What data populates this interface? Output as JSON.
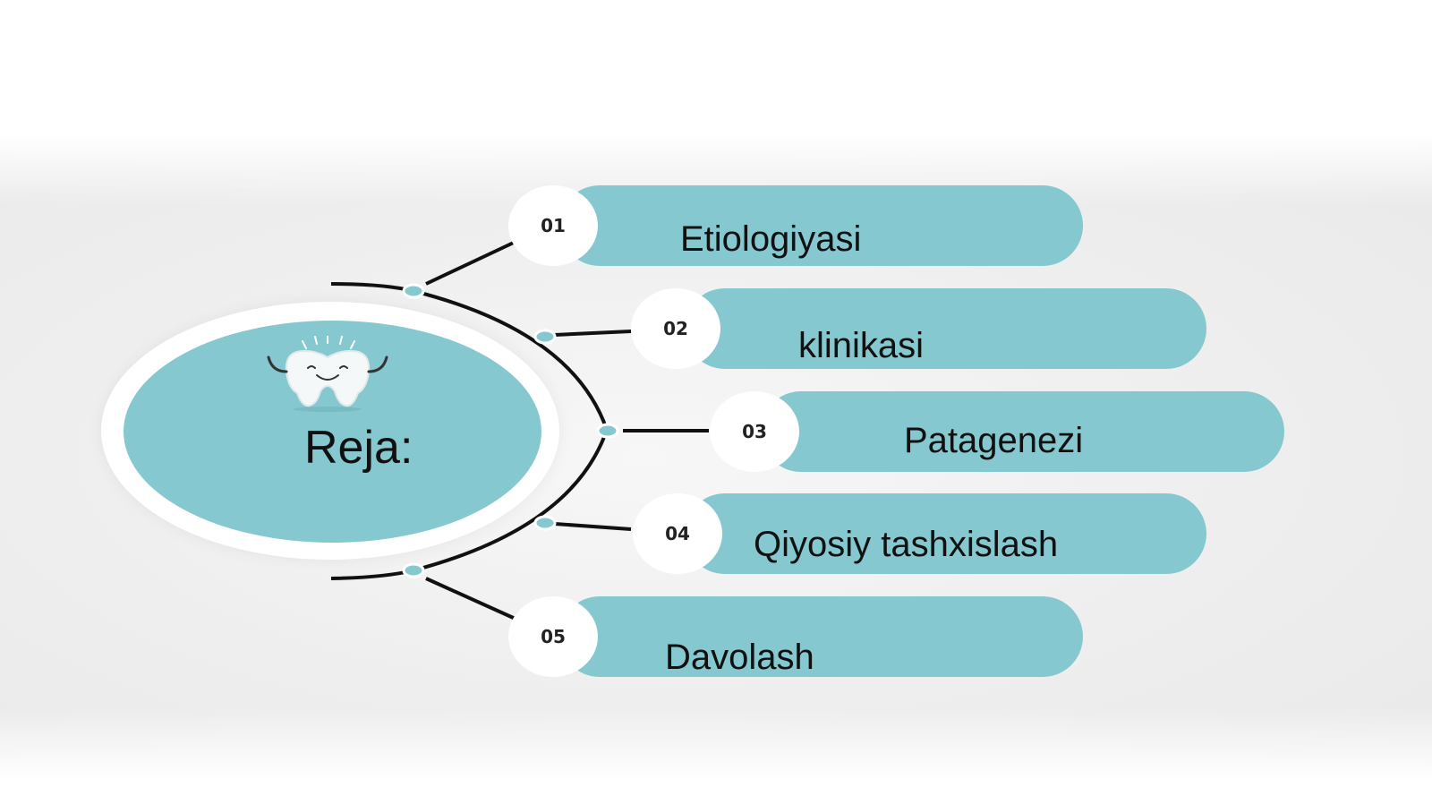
{
  "hub": {
    "title": "Reja:",
    "icon": "tooth-icon"
  },
  "items": [
    {
      "number": "01",
      "label": "Etiologiyasi"
    },
    {
      "number": "02",
      "label": "klinikasi"
    },
    {
      "number": "03",
      "label": "Patagenezi"
    },
    {
      "number": "04",
      "label": "Qiyosiy tashxislash"
    },
    {
      "number": "05",
      "label": "Davolash"
    }
  ],
  "colors": {
    "accent": "#85c8cf",
    "line": "#111111",
    "background": "#eeeeee"
  }
}
